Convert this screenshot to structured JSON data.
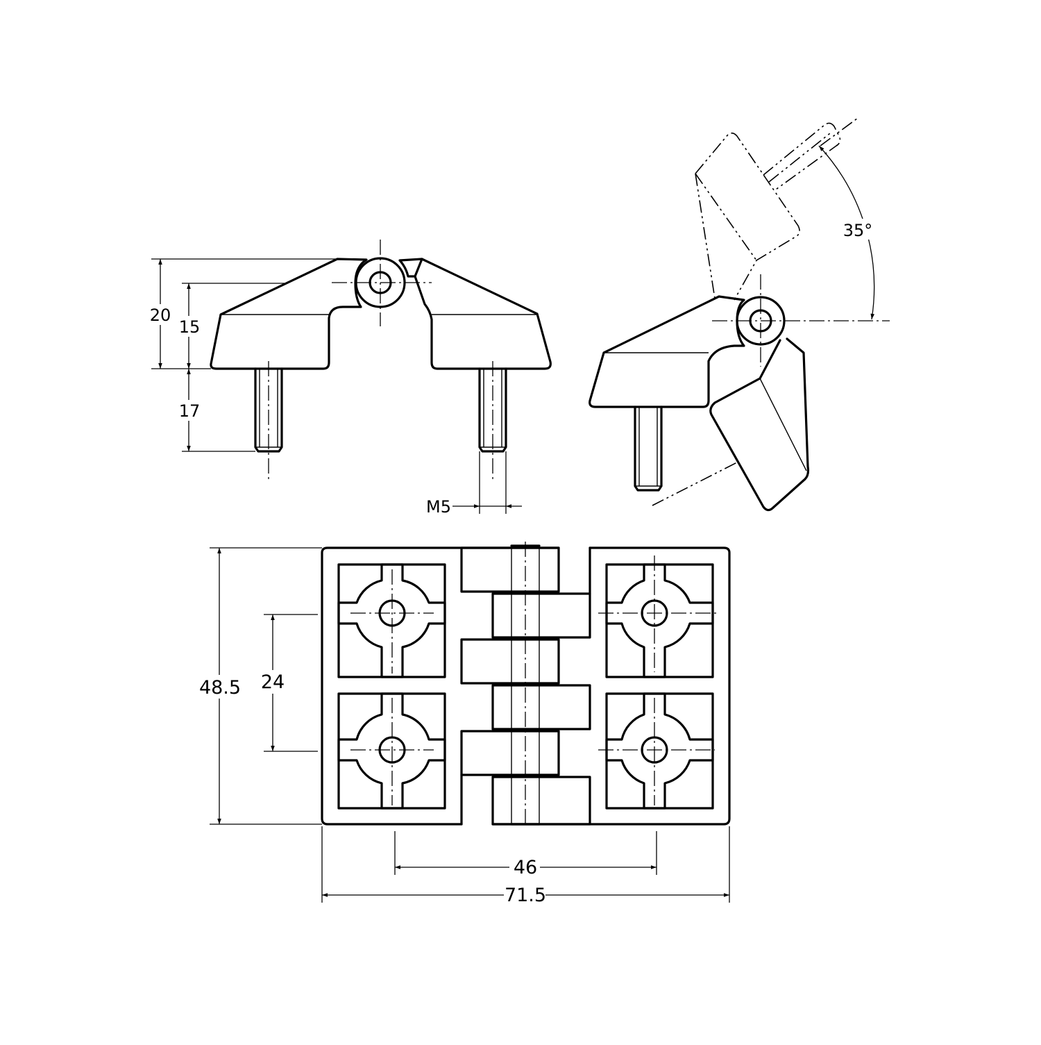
{
  "drawing": {
    "dimensions": {
      "height_total": "20",
      "height_pivot": "15",
      "stud_length": "17",
      "thread": "M5",
      "open_angle": "35°",
      "overall_height": "48.5",
      "hole_pitch_vertical": "24",
      "hole_pitch_horizontal": "46",
      "overall_width": "71.5"
    }
  }
}
